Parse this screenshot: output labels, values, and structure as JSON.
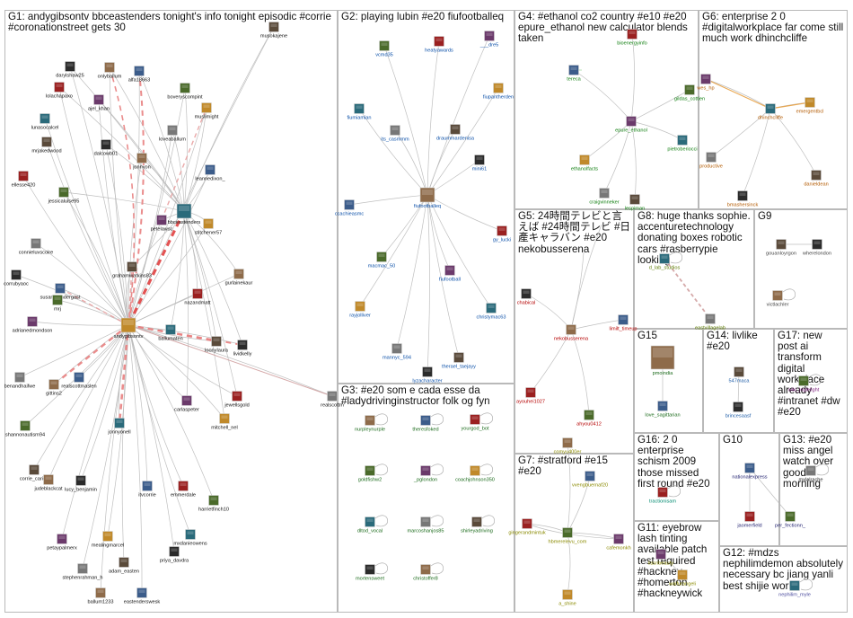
{
  "groups": [
    {
      "id": "G1",
      "title": "G1: andygibsontv bbceastenders tonight's info tonight episodic #corrie #coronationstreet gets 30"
    },
    {
      "id": "G2",
      "title": "G2: playing lubin #e20 fiufootballeq"
    },
    {
      "id": "G3",
      "title": "G3: #e20 som e cada esse da #ladydrivinginstructor folk og fyn"
    },
    {
      "id": "G4",
      "title": "G4: #ethanol co2 country #e10 #e20 epure_ethanol new calculator blends taken"
    },
    {
      "id": "G5",
      "title": "G5: 24時間テレビと言えば #24時間テレビ #日產キャラバン #e20 nekobusserena"
    },
    {
      "id": "G6",
      "title": "G6: enterprise 2 0 #digitalworkplace far come still much work dhinchcliffe"
    },
    {
      "id": "G7",
      "title": "G7: #stratford #e15 #e20"
    },
    {
      "id": "G8",
      "title": "G8: huge thanks sophie. accenturetechnology donating boxes robotic cars #rasberrypie looking"
    },
    {
      "id": "G9",
      "title": "G9"
    },
    {
      "id": "G10",
      "title": "G10"
    },
    {
      "id": "G11",
      "title": "G11: eyebrow lash tinting available patch test required #hackney #homerton #hackneywick"
    },
    {
      "id": "G12",
      "title": "G12: #mdzs nephilimdemon absolutely necessary bc jiang yanli best shijie world"
    },
    {
      "id": "G13",
      "title": "G13: #e20 miss angel watch over good morning"
    },
    {
      "id": "G14",
      "title": "G14: livlike #e20"
    },
    {
      "id": "G15",
      "title": "G15"
    },
    {
      "id": "G16",
      "title": "G16: 2 0 enterprise schism 2009 those missed first round #e20"
    },
    {
      "id": "G17",
      "title": "G17: new post ai transform digital workplace already #intranet #dw #e20"
    }
  ],
  "nodes": {
    "G1": [
      "musokajene",
      "darylshaw25",
      "onlyballum",
      "alfa18663",
      "lolachapaxo",
      "boveryscompint",
      "ajel_khan",
      "muslimight",
      "lunasocalcel",
      "loveaballum",
      "mrjakedwood",
      "dalcowb01",
      "jonnyon",
      "leannedixon_",
      "ellesse420",
      "jessicaluise95",
      "petelawsc",
      "stitchener57",
      "bbceastenders",
      "connieluvscoire",
      "grahamwatkins83",
      "corrubyaoc",
      "gurlainekaur",
      "susanprendergast",
      "nazandmatt",
      "mrj",
      "adrianedmondson",
      "andygibsontv",
      "ballumaten",
      "benandhaifwe",
      "loonylaura",
      "lividkelly",
      "gittins2",
      "realscottmaslen",
      "jewellsgold",
      "shannonautism94",
      "carlaspeter",
      "mitchell_nel",
      "jonnyonell",
      "realscottm",
      "corrie_carie_",
      "lucy_benjamin",
      "judeblackcat",
      "itvcorrie",
      "emmerdale",
      "harrietfinch10",
      "petaypalmerx",
      "mealingmarcel",
      "mxdanieowens",
      "stephenrahman_h",
      "adam_easten",
      "priya_davdra",
      "ballum1233",
      "eastenderswesk"
    ],
    "G2": [
      "heatyawards",
      "vcmd35",
      "___dre5",
      "fiupantherden",
      "fiumiamian",
      "its_casmmm",
      "draummardenisa",
      "mini61",
      "fiufootballeq",
      "ccachieasmc",
      "gy_lucki",
      "macmac_50",
      "fiufootball",
      "rayjolliver",
      "christymac63",
      "mannyc_594",
      "therael_taejayy",
      "lyzacharacter"
    ],
    "G3": [
      "nurpleynurple",
      "theresfoked",
      "yourgod_bot",
      "goldfishw2",
      "_pglondon",
      "coachjohnson350",
      "dltod_vocal",
      "marcoshanjos85",
      "shirleyadriving",
      "mortensweet",
      "christoffer8"
    ],
    "G4": [
      "tereca",
      "bioenergyinfo",
      "gildas_cottien",
      "epure_ethanol",
      "ethanolfacts",
      "pietroberiocci",
      "craigvinneker",
      "lespiman"
    ],
    "G5": [
      "chabical",
      "nekobusserena",
      "limilt_timeup",
      "ayouhei1027",
      "ahyou0412"
    ],
    "G6": [
      "wes_hp",
      "emergentbcl",
      "dhinchcliffe",
      "productive",
      "danieldean",
      "bmashersinck"
    ],
    "G7": [
      "comyu400er",
      "vvengbuernaf20",
      "gingerandmintuk",
      "hbmerelevu_com",
      "cafemonkh",
      "a_shine"
    ],
    "G8": [
      "d_lab_studios",
      "eastvillagelab"
    ],
    "G9": [
      "gouanloyrgon",
      "wherelondon",
      "victlachler"
    ],
    "G10": [
      "nationalexpress",
      "jaomerfield",
      "per_fectionn_"
    ],
    "G11": [
      "lissnbeauty",
      "waifurangeli"
    ],
    "G12": [
      "nephilim_myle"
    ],
    "G13": [
      "mxlalrache"
    ],
    "G14": [
      "547maca",
      "brincesaasf"
    ],
    "G15": [
      "pmoindia",
      "love_sagittarian"
    ],
    "G16": [
      "tractionisam"
    ],
    "G17": [
      "wiki_inglelight"
    ]
  }
}
